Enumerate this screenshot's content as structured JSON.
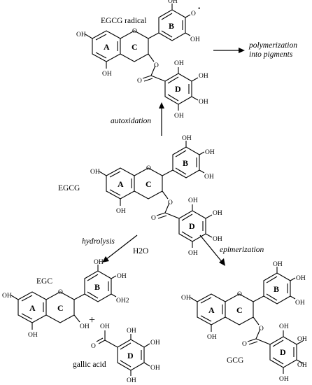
{
  "molecules": {
    "egcg_radical": {
      "name": "EGCG radical",
      "rings": [
        "A",
        "B",
        "C",
        "D"
      ]
    },
    "egcg": {
      "name": "EGCG",
      "rings": [
        "A",
        "B",
        "C",
        "D"
      ]
    },
    "egc": {
      "name": "EGC",
      "rings": [
        "A",
        "B",
        "C"
      ]
    },
    "gallic_acid": {
      "name": "gallic acid",
      "rings": [
        "D"
      ]
    },
    "gcg": {
      "name": "GCG",
      "rings": [
        "A",
        "B",
        "C",
        "D"
      ]
    }
  },
  "atoms": {
    "hydroxyl": "OH",
    "oxygen": "O",
    "hydroxyl_b": "OH2",
    "radical_dot": "•"
  },
  "reactions": {
    "autoxidation": "autoxidation",
    "polymerization_line1": "polymerization",
    "polymerization_line2": "into pigments",
    "hydrolysis": "hydrolysis",
    "water": "H2O",
    "epimerization": "epimerization",
    "plus": "+"
  },
  "colors": {
    "ink": "#000000",
    "background": "#ffffff"
  }
}
